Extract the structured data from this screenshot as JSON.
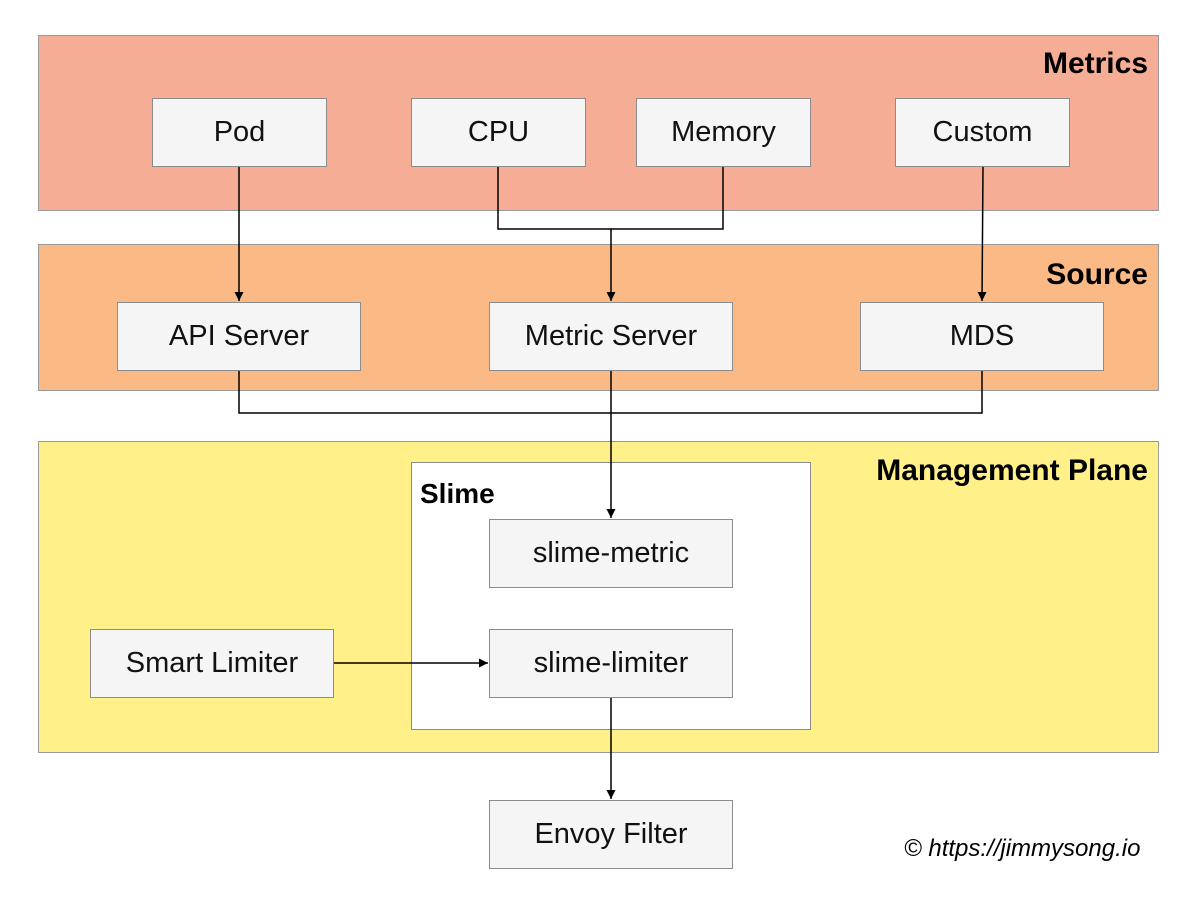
{
  "colors": {
    "metrics_layer": "#f5ad96",
    "source_layer": "#fbb985",
    "management_layer": "#fff089",
    "node_fill": "#f5f5f5",
    "edge": "#000000"
  },
  "layers": {
    "metrics": {
      "title": "Metrics"
    },
    "source": {
      "title": "Source"
    },
    "management": {
      "title": "Management Plane"
    }
  },
  "nodes": {
    "pod": "Pod",
    "cpu": "CPU",
    "memory": "Memory",
    "custom": "Custom",
    "api_server": "API Server",
    "metric_server": "Metric Server",
    "mds": "MDS",
    "slime_metric": "slime-metric",
    "slime_limiter": "slime-limiter",
    "smart_limiter": "Smart Limiter",
    "envoy_filter": "Envoy Filter"
  },
  "groups": {
    "slime": {
      "title": "Slime"
    }
  },
  "edges": [
    {
      "from": "Pod",
      "to": "API Server"
    },
    {
      "from": "CPU",
      "to": "Metric Server"
    },
    {
      "from": "Memory",
      "to": "Metric Server"
    },
    {
      "from": "Custom",
      "to": "MDS"
    },
    {
      "from": "API Server",
      "to": "slime-metric"
    },
    {
      "from": "Metric Server",
      "to": "slime-metric"
    },
    {
      "from": "MDS",
      "to": "slime-metric"
    },
    {
      "from": "Smart Limiter",
      "to": "slime-limiter"
    },
    {
      "from": "slime-limiter",
      "to": "Envoy Filter"
    }
  ],
  "footer": {
    "copyright": "© https://jimmysong.io"
  }
}
